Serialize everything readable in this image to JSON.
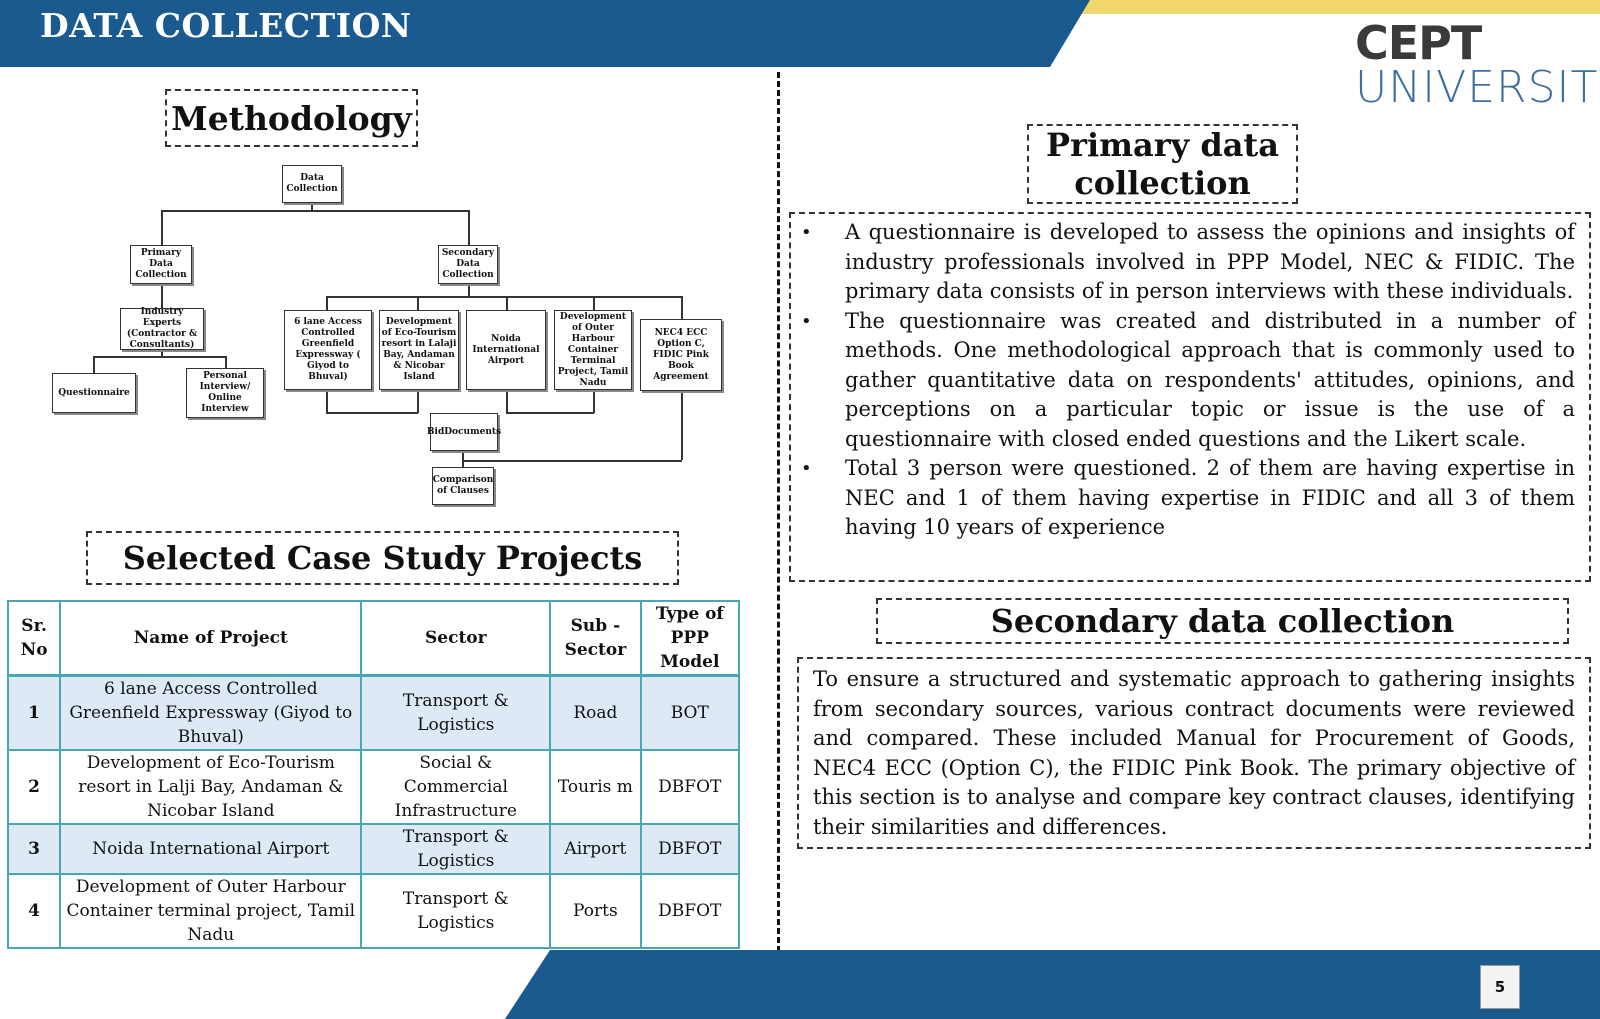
{
  "header": {
    "title": "DATA COLLECTION",
    "logo_line1": "CEPT",
    "logo_line2": "UNIVERSITY"
  },
  "colors": {
    "header_blue": "#1b5a8e",
    "accent_yellow": "#f2d76c",
    "table_border": "#48a6b5",
    "row_shade": "#ddeaf5"
  },
  "methodology": {
    "heading": "Methodology",
    "flowchart": {
      "root": "Data Collection",
      "primary": "Primary Data Collection",
      "secondary": "Secondary Data Collection",
      "experts": "Industry Experts (Contractor & Consultants)",
      "questionnaire": "Questionnaire",
      "interview": "Personal Interview/ Online Interview",
      "projects": [
        "6 lane Access Controlled Greenfield Expressway ( Giyod to Bhuval)",
        "Development of Eco-Tourism resort in Lalaji Bay, Andaman & Nicobar Island",
        "Noida International Airport",
        "Development of Outer Harbour Container Terminal Project, Tamil Nadu",
        "NEC4 ECC Option C, FIDIC Pink Book Agreement"
      ],
      "bid_documents": "BidDocuments",
      "comparison": "Comparison of Clauses"
    }
  },
  "case_study": {
    "heading": "Selected Case Study Projects",
    "columns": [
      "Sr. No",
      "Name of Project",
      "Sector",
      "Sub - Sector",
      "Type of PPP Model"
    ],
    "rows": [
      {
        "sr": "1",
        "name": "6 lane Access Controlled Greenfield Expressway (Giyod to Bhuval)",
        "sector": "Transport & Logistics",
        "sub": "Road",
        "model": "BOT"
      },
      {
        "sr": "2",
        "name": "Development of Eco-Tourism resort in Lalji Bay, Andaman & Nicobar Island",
        "sector": "Social & Commercial Infrastructure",
        "sub": "Touris m",
        "model": "DBFOT"
      },
      {
        "sr": "3",
        "name": "Noida International Airport",
        "sector": "Transport & Logistics",
        "sub": "Airport",
        "model": "DBFOT"
      },
      {
        "sr": "4",
        "name": "Development of Outer Harbour Container terminal project, Tamil Nadu",
        "sector": "Transport & Logistics",
        "sub": "Ports",
        "model": "DBFOT"
      }
    ]
  },
  "primary": {
    "heading": "Primary data collection",
    "bullets": [
      "A questionnaire is developed to assess the opinions and insights of industry professionals involved in PPP Model, NEC & FIDIC. The primary data consists of in person interviews with these individuals.",
      "The questionnaire was created and distributed in a number of methods. One methodological approach that is commonly used to gather quantitative data on respondents' attitudes, opinions, and perceptions on a particular topic or issue is the use of a questionnaire with closed ended questions and the Likert scale.",
      "Total 3 person were questioned. 2 of them are having expertise in NEC and 1 of them having expertise in FIDIC and all 3 of them having 10 years of experience"
    ]
  },
  "secondary": {
    "heading": "Secondary data collection",
    "text": "To ensure a structured and systematic approach to gathering insights from secondary sources, various contract documents were reviewed and compared. These included Manual for Procurement of Goods, NEC4 ECC (Option C), the FIDIC Pink Book. The primary objective of this section is to analyse and compare key contract clauses, identifying their similarities and differences."
  },
  "footer": {
    "page_number": "5"
  }
}
